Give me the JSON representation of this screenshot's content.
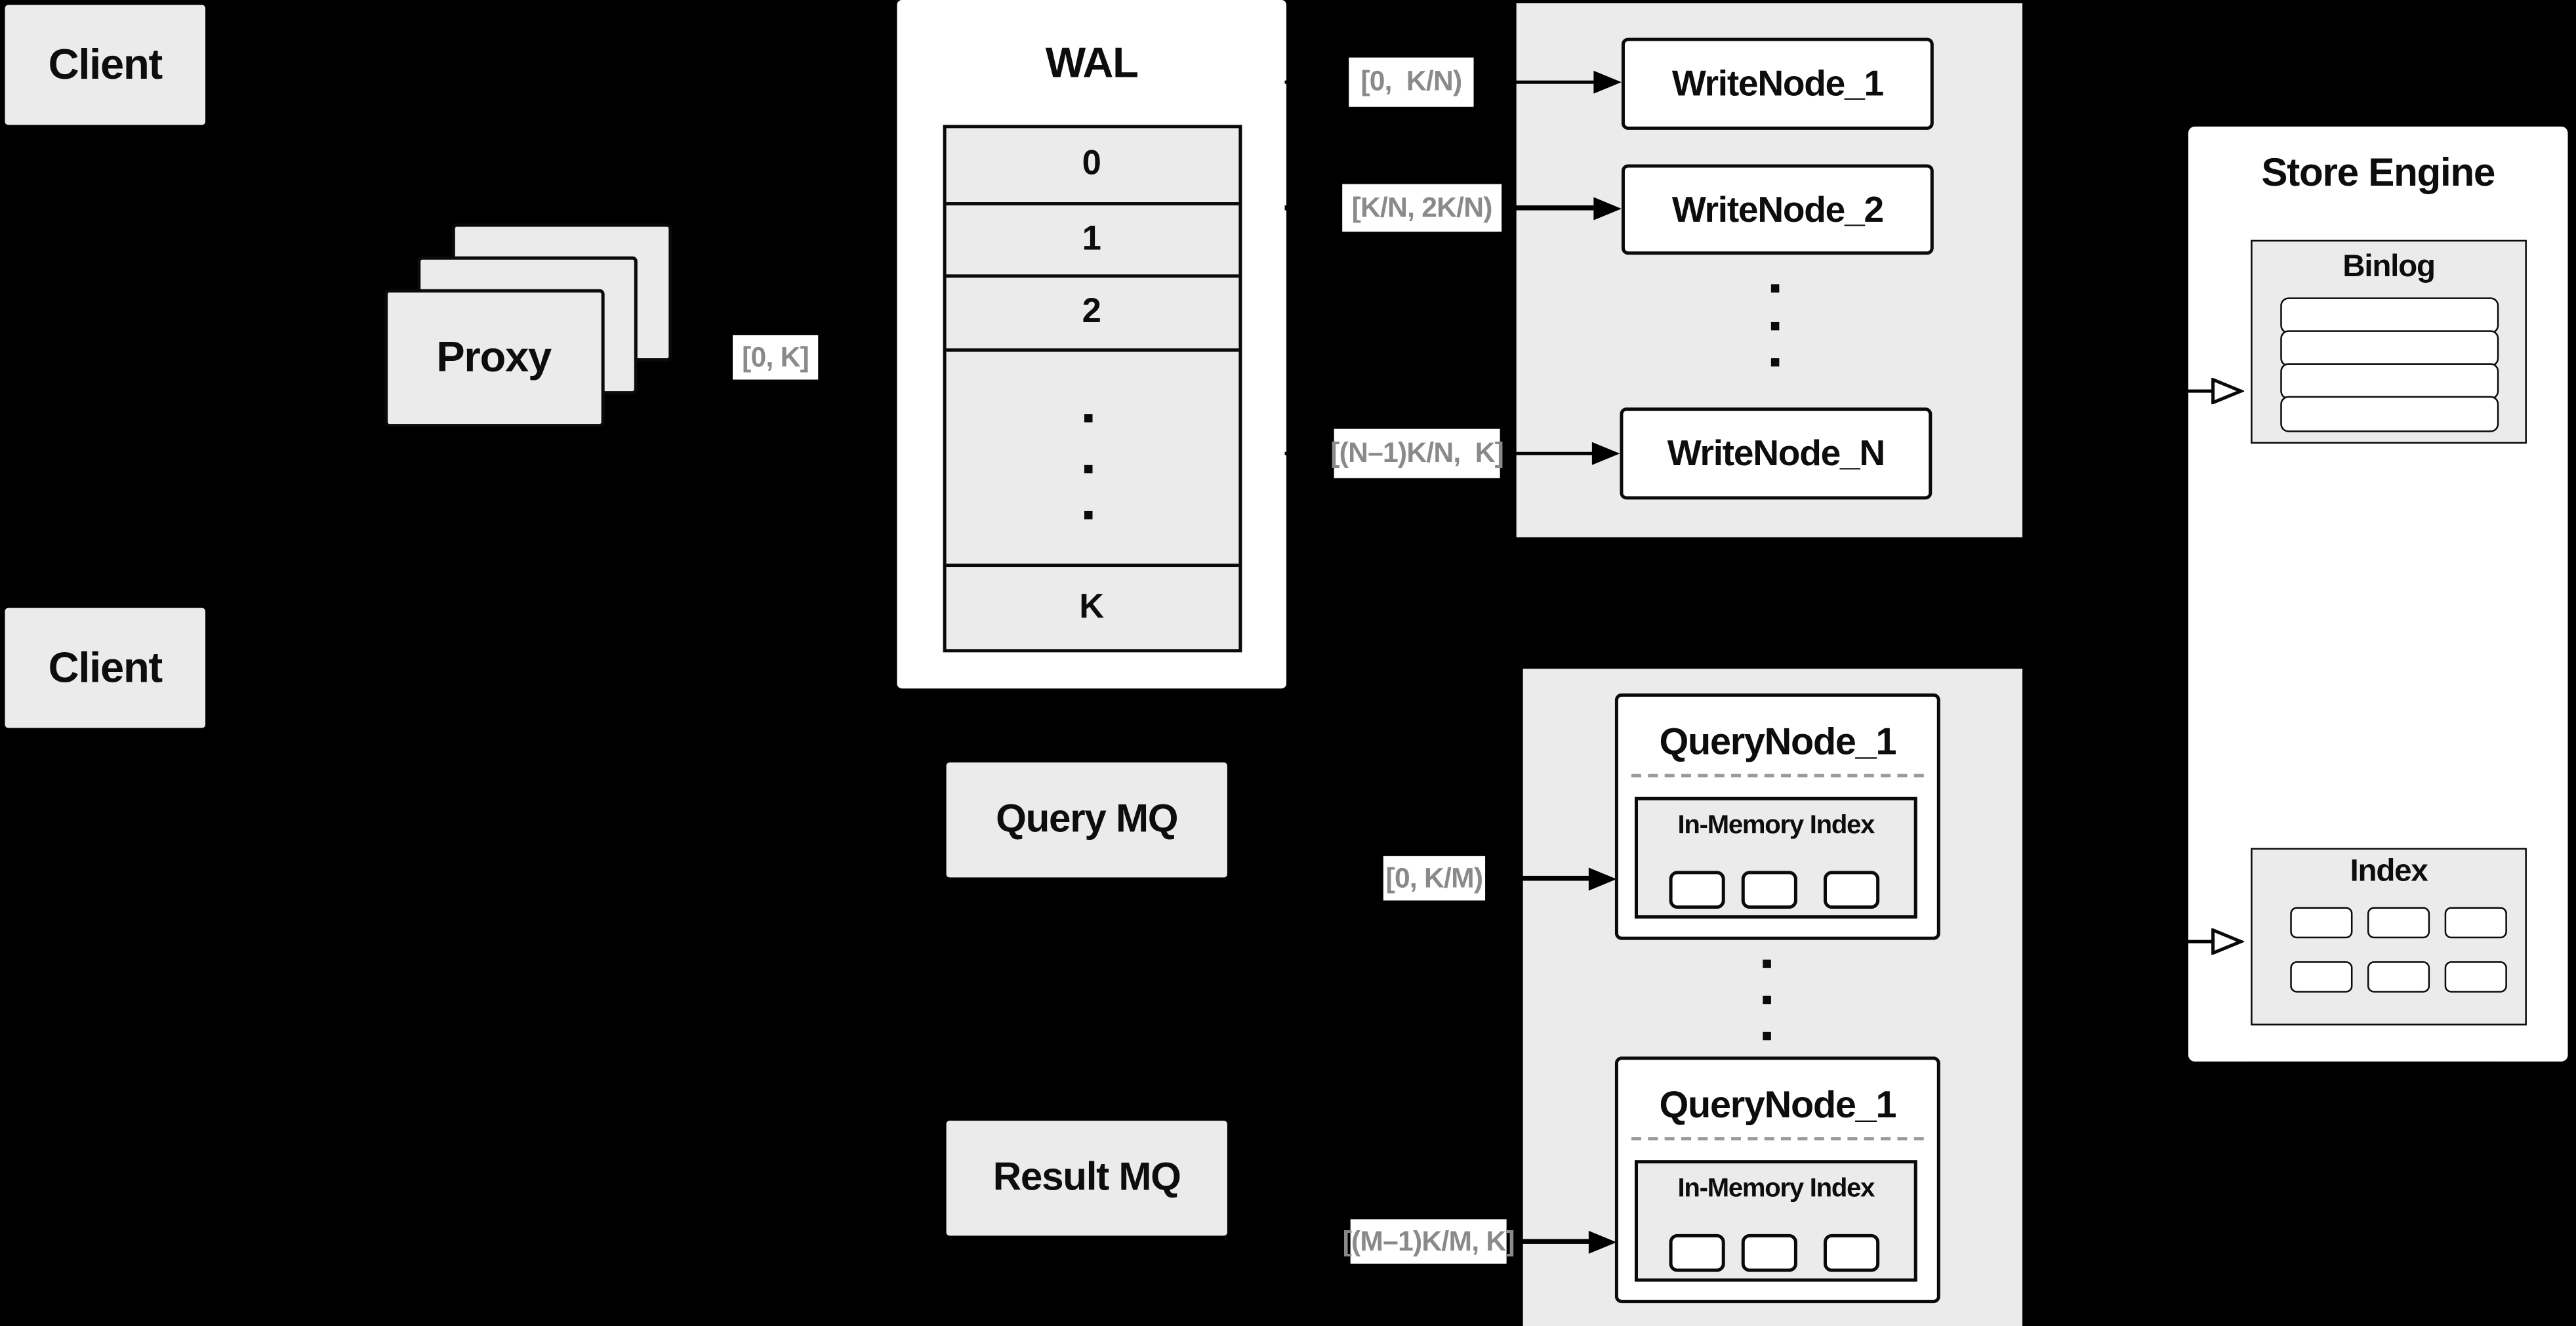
{
  "clients": {
    "top_label": "Client",
    "bottom_label": "Client"
  },
  "proxy": {
    "label": "Proxy",
    "range": "[0, K]"
  },
  "wal": {
    "title": "WAL",
    "rows": [
      "0",
      "1",
      "2"
    ],
    "tail_row": "K"
  },
  "write_group": {
    "nodes": [
      "WriteNode_1",
      "WriteNode_2",
      "WriteNode_N"
    ],
    "ranges": [
      "[0,  K/N)",
      "[K/N, 2K/N)",
      "[(N–1)K/N,  K]"
    ]
  },
  "mq": {
    "query": "Query MQ",
    "result": "Result MQ"
  },
  "query_group": {
    "node1": {
      "title": "QueryNode_1",
      "index_label": "In-Memory Index"
    },
    "node2": {
      "title": "QueryNode_1",
      "index_label": "In-Memory Index"
    },
    "ranges": [
      "[0, K/M)",
      "[(M–1)K/M, K]"
    ]
  },
  "store": {
    "title": "Store Engine",
    "binlog": "Binlog",
    "index": "Index"
  },
  "colors": {
    "background": "#000000",
    "panel_gray": "#ebebeb",
    "box_white": "#ffffff",
    "line_black": "#0a0a0a",
    "range_label_text": "#8a8a8a",
    "dash_gray": "#9a9a9a"
  }
}
